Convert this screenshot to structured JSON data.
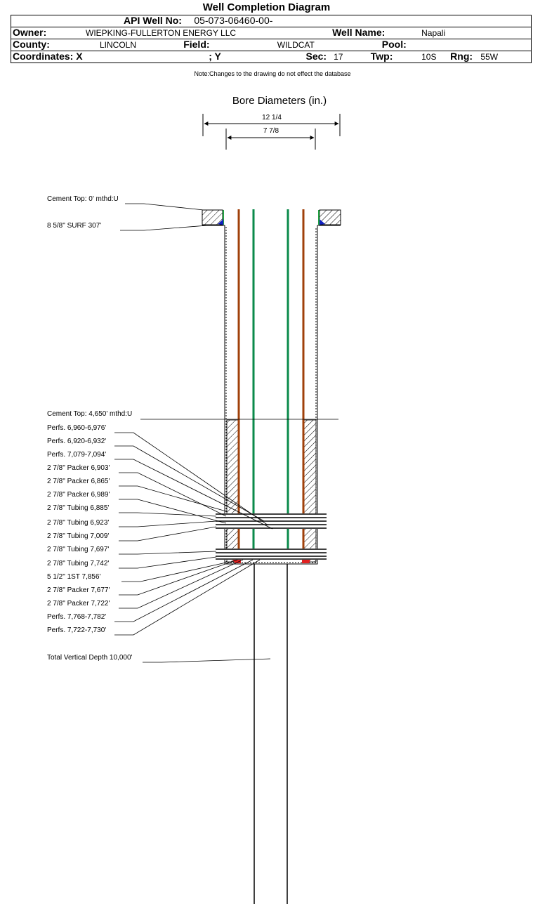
{
  "header": {
    "title": "Well Completion Diagram",
    "api_label": "API Well No:",
    "api_value": "05-073-06460-00-",
    "owner_label": "Owner:",
    "owner_value": "WIEPKING-FULLERTON ENERGY LLC",
    "well_name_label": "Well Name:",
    "well_name_value": "Napali",
    "county_label": "County:",
    "county_value": "LINCOLN",
    "field_label": "Field:",
    "field_value": "WILDCAT",
    "pool_label": "Pool:",
    "pool_value": "",
    "coord_x_label": "Coordinates: X",
    "coord_y_label": "; Y",
    "sec_label": "Sec:",
    "sec_value": "17",
    "twp_label": "Twp:",
    "twp_value": "10S",
    "rng_label": "Rng:",
    "rng_value": "55W"
  },
  "note": "Note:Changes to the drawing do not effect the database",
  "bore": {
    "title": "Bore Diameters (in.)",
    "outer": "12 1/4",
    "inner": "7 7/8"
  },
  "labels": {
    "cement_top_surface": "Cement Top: 0' mthd:U",
    "surface_casing": "8 5/8\" SURF     307'",
    "cement_top_deep": "Cement Top: 4,650' mthd:U",
    "perf_1": "Perfs. 6,960-6,976'",
    "perf_2": "Perfs. 6,920-6,932'",
    "perf_3": "Perfs. 7,079-7,094'",
    "packer_1": "2 7/8\" Packer 6,903'",
    "packer_2": "2 7/8\" Packer 6,865'",
    "packer_3": "2 7/8\" Packer 6,989'",
    "tubing_1": "2 7/8\" Tubing 6,885'",
    "tubing_2": "2 7/8\" Tubing 6,923'",
    "tubing_3": "2 7/8\" Tubing 7,009'",
    "tubing_4": "2 7/8\" Tubing 7,697'",
    "tubing_5": "2 7/8\" Tubing 7,742'",
    "production_casing": "5 1/2\" 1ST       7,856'",
    "packer_4": "2 7/8\" Packer 7,677'",
    "packer_5": "2 7/8\" Packer 7,722'",
    "perf_4": "Perfs. 7,768-7,782'",
    "perf_5": "Perfs. 7,722-7,730'",
    "tvd": "Total Vertical Depth 10,000'"
  },
  "colors": {
    "tubing_brown": "#a0400a",
    "tubing_green": "#0a8a4a",
    "cement_blue": "#1020c0",
    "cement_green": "#20a040",
    "shoe_red": "#e02020"
  }
}
